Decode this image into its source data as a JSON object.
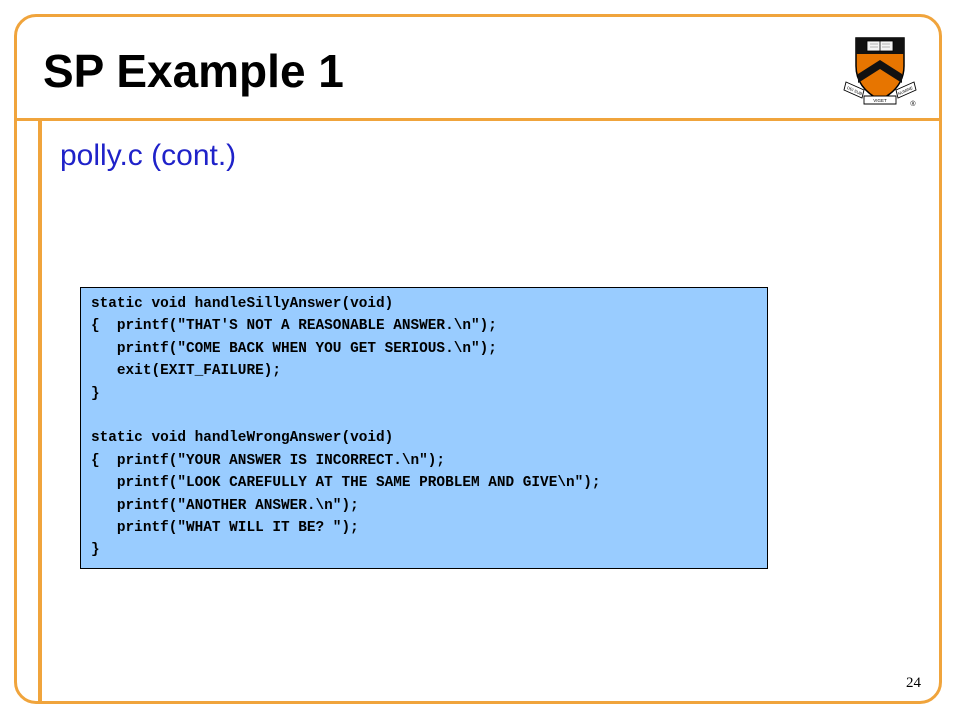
{
  "slide": {
    "title": "SP Example 1",
    "subtitle": "polly.c (cont.)",
    "page_number": "24"
  },
  "logo": {
    "icon": "princeton-shield-icon",
    "banner_left": "DEI SUB",
    "banner_right": "NUMINE",
    "banner_bottom": "VIGET",
    "registered_mark": "®"
  },
  "code": {
    "lines": [
      "static void handleSillyAnswer(void)",
      "{  printf(\"THAT'S NOT A REASONABLE ANSWER.\\n\");",
      "   printf(\"COME BACK WHEN YOU GET SERIOUS.\\n\");",
      "   exit(EXIT_FAILURE);",
      "}",
      "",
      "static void handleWrongAnswer(void)",
      "{  printf(\"YOUR ANSWER IS INCORRECT.\\n\");",
      "   printf(\"LOOK CAREFULLY AT THE SAME PROBLEM AND GIVE\\n\");",
      "   printf(\"ANOTHER ANSWER.\\n\");",
      "   printf(\"WHAT WILL IT BE? \");",
      "}"
    ]
  },
  "colors": {
    "accent": "#f0a43c",
    "subtitle": "#1f22c9",
    "code_background": "#99ccff",
    "logo_orange": "#e77500"
  }
}
